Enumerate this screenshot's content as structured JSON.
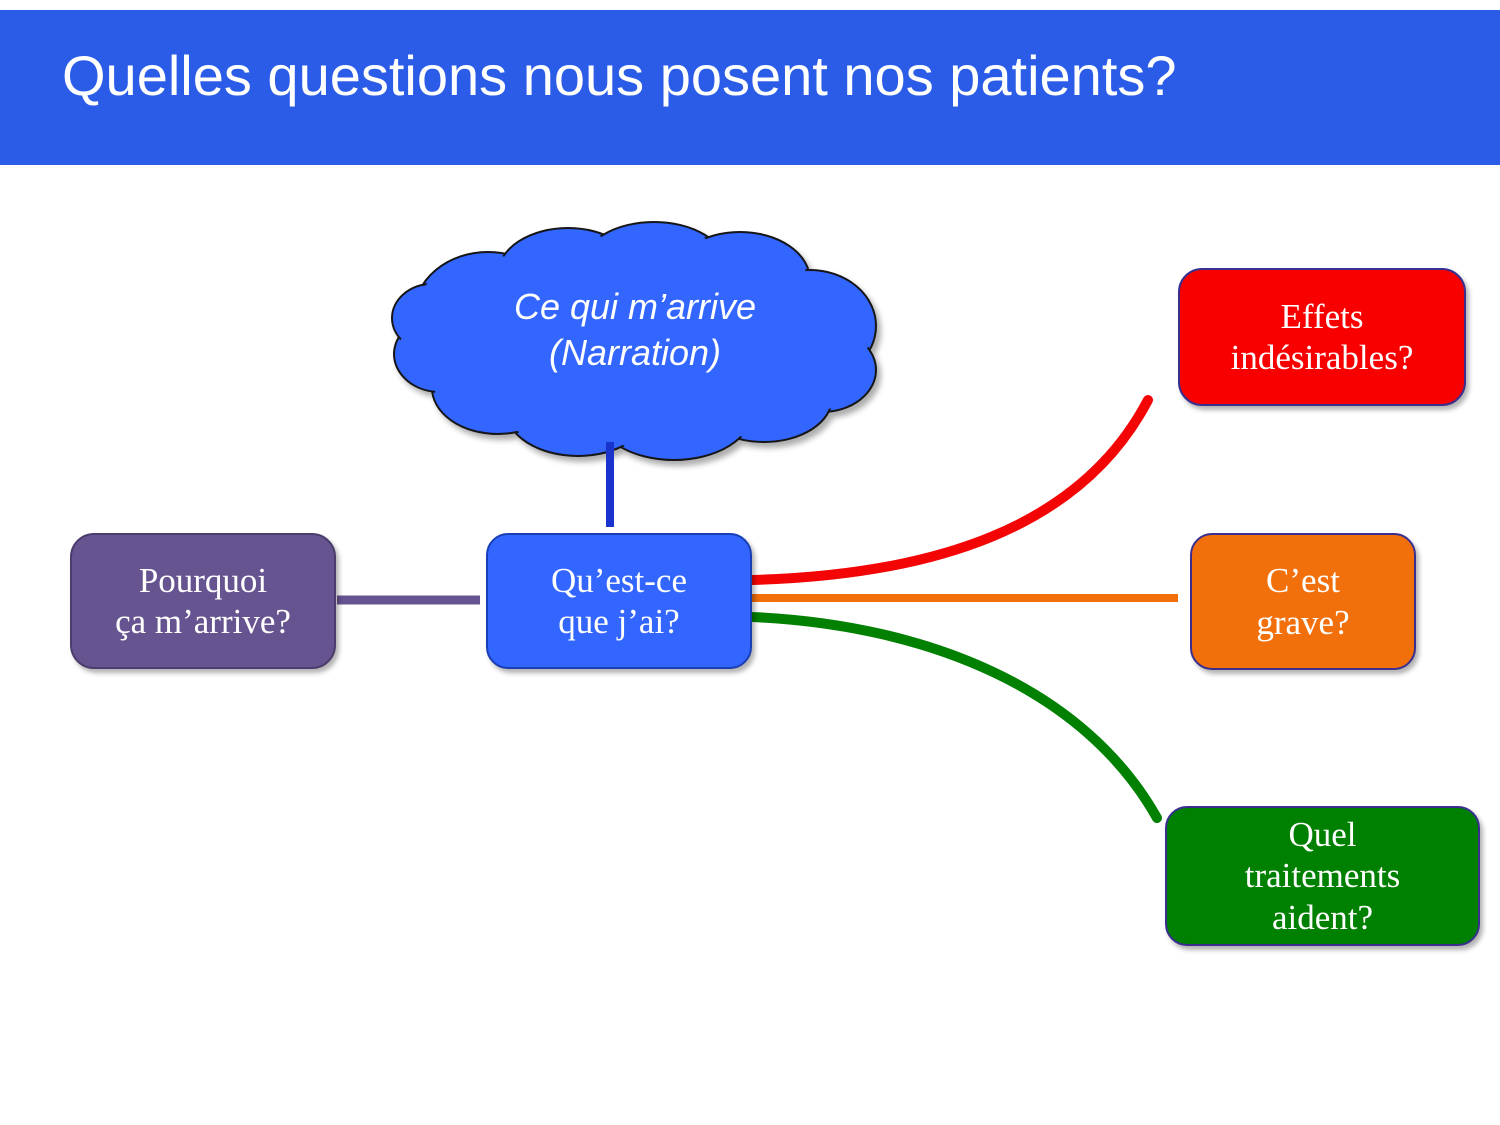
{
  "slide": {
    "title": "Quelles questions nous posent nos patients?",
    "background_color": "#ffffff",
    "title_band_color": "#2b5ce8",
    "title_text_color": "#ffffff"
  },
  "cloud": {
    "name": "thought-cloud",
    "text": "Ce qui m’arrive\n(Narration)",
    "line1": "Ce qui m’arrive",
    "line2": "(Narration)",
    "fill_color": "#3366ff",
    "outline_color": "#1a1a1a",
    "text_color": "#ffffff"
  },
  "nodes": [
    {
      "id": "pourquoi",
      "text": "Pourquoi\nça m’arrive?",
      "line1": "Pourquoi",
      "line2": "ça m’arrive?",
      "fill_color": "#665490",
      "text_color": "#ffffff"
    },
    {
      "id": "quest-ce",
      "text": "Qu’est-ce\nque j’ai?",
      "line1": "Qu’est-ce",
      "line2": "que j’ai?",
      "fill_color": "#3366ff",
      "text_color": "#ffffff"
    },
    {
      "id": "effets",
      "text": "Effets\nindésirables?",
      "line1": "Effets",
      "line2": "indésirables?",
      "fill_color": "#f80000",
      "text_color": "#ffffff"
    },
    {
      "id": "grave",
      "text": "C’est\ngrave?",
      "line1": "C’est",
      "line2": "grave?",
      "fill_color": "#f2700c",
      "text_color": "#ffffff"
    },
    {
      "id": "traitements",
      "text": "Quel\ntraitements\naident?",
      "line1": "Quel",
      "line2": "traitements",
      "line3": "aident?",
      "fill_color": "#008000",
      "text_color": "#ffffff"
    }
  ],
  "connectors": [
    {
      "id": "cloud-to-quest-ce",
      "from": "thought-cloud",
      "to": "quest-ce",
      "color": "#1a33cc",
      "style": "straight-down"
    },
    {
      "id": "pourquoi-to-quest-ce",
      "from": "pourquoi",
      "to": "quest-ce",
      "color": "#665490",
      "style": "straight-right"
    },
    {
      "id": "quest-ce-to-effets",
      "from": "quest-ce",
      "to": "effets",
      "color": "#f40505",
      "style": "curve-up"
    },
    {
      "id": "quest-ce-to-grave",
      "from": "quest-ce",
      "to": "grave",
      "color": "#f2700c",
      "style": "straight-right"
    },
    {
      "id": "quest-ce-to-traitements",
      "from": "quest-ce",
      "to": "traitements",
      "color": "#018001",
      "style": "curve-down"
    }
  ]
}
